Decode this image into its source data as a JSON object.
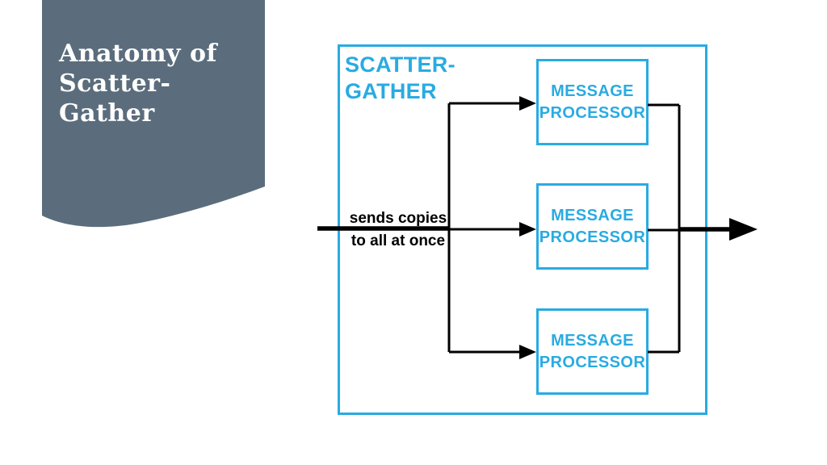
{
  "slide": {
    "background_color": "#ffffff",
    "badge": {
      "title": "Anatomy of\nScatter-\nGather",
      "background_color": "#5b6d7c",
      "text_color": "#ffffff"
    },
    "diagram": {
      "accent_color": "#29abe2",
      "arrow_color": "#000000",
      "container_label": "SCATTER-\nGATHER",
      "flow_caption": "sends copies\nto all at once",
      "processors": [
        {
          "label": "MESSAGE\nPROCESSOR"
        },
        {
          "label": "MESSAGE\nPROCESSOR"
        },
        {
          "label": "MESSAGE\nPROCESSOR"
        }
      ]
    }
  }
}
